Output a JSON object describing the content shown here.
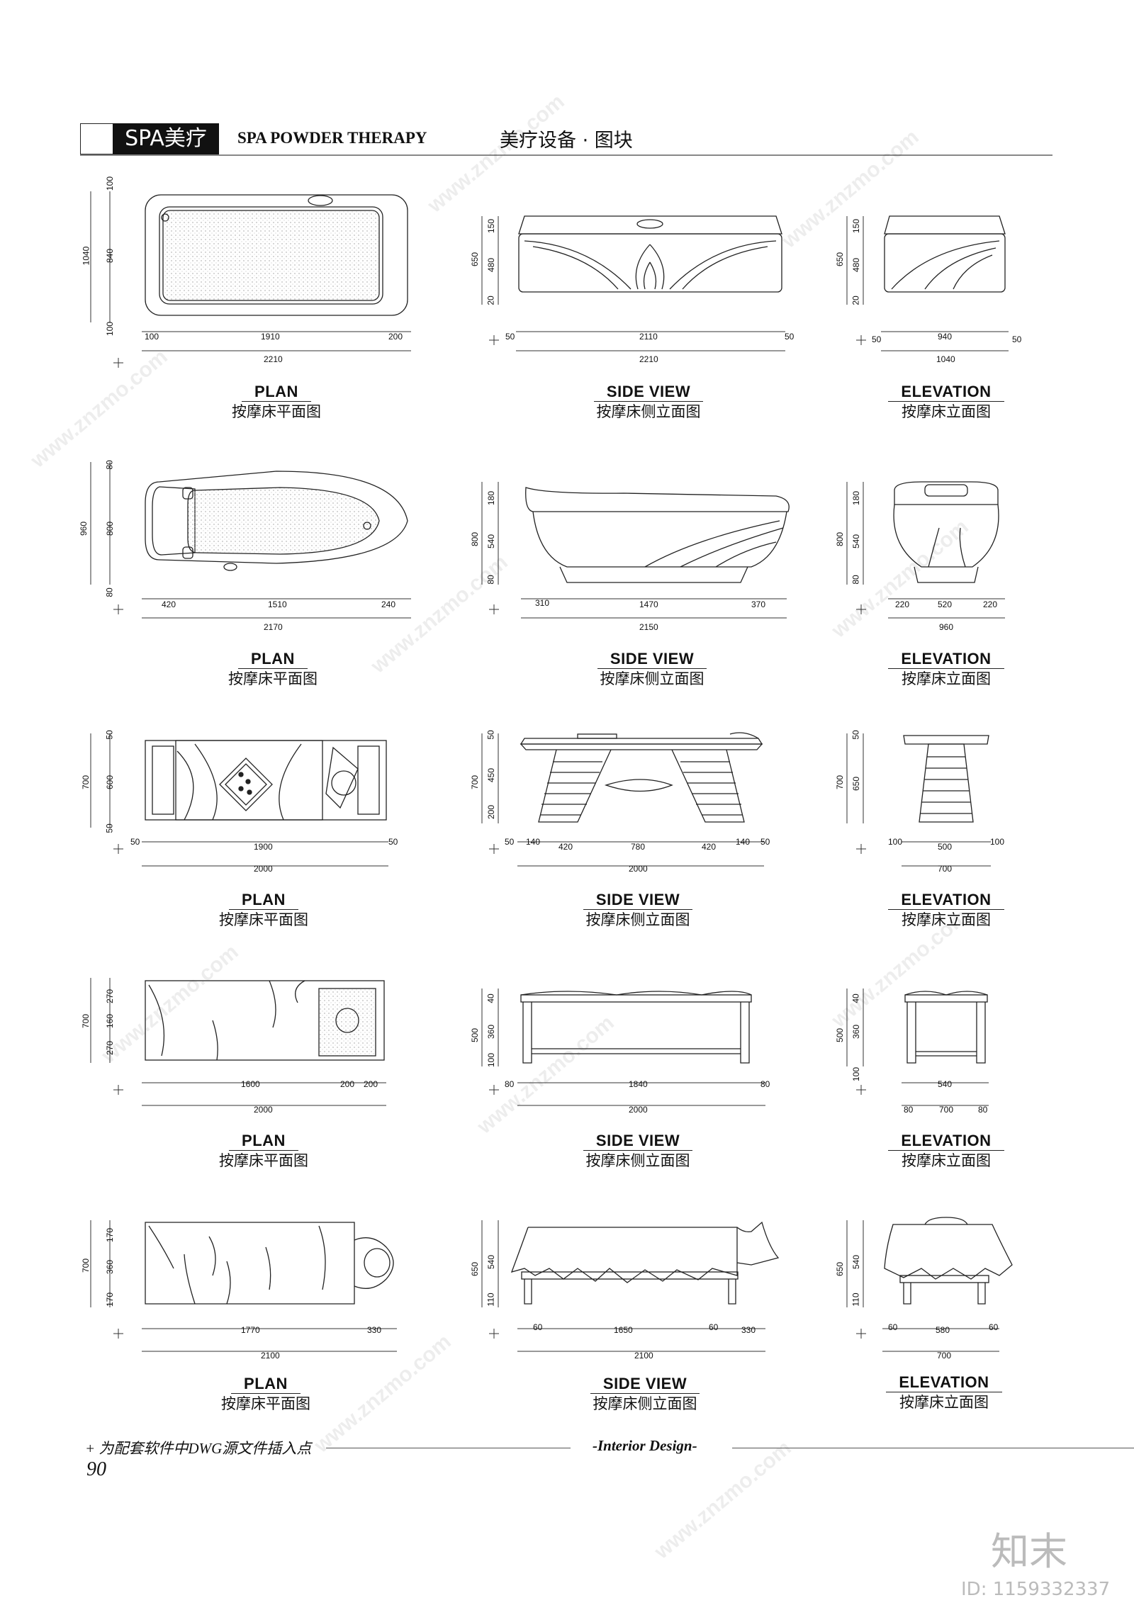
{
  "header": {
    "badge": "SPA美疗",
    "title_en": "SPA POWDER THERAPY",
    "title_cn": "美疗设备 · 图块"
  },
  "labels": {
    "plan_en": "PLAN",
    "plan_cn": "按摩床平面图",
    "side_en": "SIDE VIEW",
    "side_cn": "按摩床侧立面图",
    "elev_en": "ELEVATION",
    "elev_cn": "按摩床立面图"
  },
  "rows": [
    {
      "plan_h": [
        "100",
        "1910",
        "200"
      ],
      "plan_t": "2210",
      "plan_v": [
        "1040",
        "100",
        "840",
        "100"
      ],
      "side_h": [
        "50",
        "2110",
        "50"
      ],
      "side_t": "2210",
      "side_v": [
        "650",
        "150",
        "480",
        "20"
      ],
      "elev_h": [
        "50",
        "940",
        "50"
      ],
      "elev_t": "1040",
      "elev_v": [
        "650",
        "150",
        "480",
        "20"
      ]
    },
    {
      "plan_h": [
        "420",
        "1510",
        "240"
      ],
      "plan_t": "2170",
      "plan_v": [
        "960",
        "80",
        "800",
        "80"
      ],
      "side_h": [
        "310",
        "1470",
        "370"
      ],
      "side_t": "2150",
      "side_v": [
        "800",
        "180",
        "540",
        "80"
      ],
      "elev_h": [
        "220",
        "520",
        "220"
      ],
      "elev_t": "960",
      "elev_v": [
        "800",
        "180",
        "540",
        "80"
      ]
    },
    {
      "plan_h": [
        "50",
        "1900",
        "50"
      ],
      "plan_t": "2000",
      "plan_v": [
        "700",
        "50",
        "600",
        "50"
      ],
      "side_h": [
        "50",
        "140",
        "420",
        "780",
        "420",
        "140",
        "50"
      ],
      "side_t": "2000",
      "side_v": [
        "700",
        "50",
        "450",
        "200"
      ],
      "elev_h": [
        "100",
        "500",
        "100"
      ],
      "elev_t": "700",
      "elev_v": [
        "700",
        "50",
        "650"
      ]
    },
    {
      "plan_h": [
        "1600",
        "200",
        "200"
      ],
      "plan_t": "2000",
      "plan_v": [
        "700",
        "270",
        "160",
        "270"
      ],
      "side_h": [
        "80",
        "1840",
        "80"
      ],
      "side_t": "2000",
      "side_v": [
        "500",
        "40",
        "360",
        "100"
      ],
      "elev_h": [
        "540"
      ],
      "elev_t": "700",
      "elev_sub": [
        "80",
        "80"
      ],
      "elev_v": [
        "500",
        "40",
        "360",
        "100"
      ]
    },
    {
      "plan_h": [
        "1770",
        "330"
      ],
      "plan_t": "2100",
      "plan_v": [
        "700",
        "170",
        "360",
        "170"
      ],
      "side_h": [
        "60",
        "1650",
        "60",
        "330"
      ],
      "side_t": "2100",
      "side_v": [
        "650",
        "540",
        "110"
      ],
      "elev_h": [
        "60",
        "580",
        "60"
      ],
      "elev_t": "700",
      "elev_v": [
        "650",
        "540",
        "110"
      ]
    }
  ],
  "footer": {
    "note": "+ 为配套软件中DWG源文件插入点",
    "center": "-Interior Design-",
    "page": "90"
  },
  "brand": {
    "logo": "知末",
    "id": "ID: 1159332337"
  },
  "watermark": "www.znzmo.com"
}
